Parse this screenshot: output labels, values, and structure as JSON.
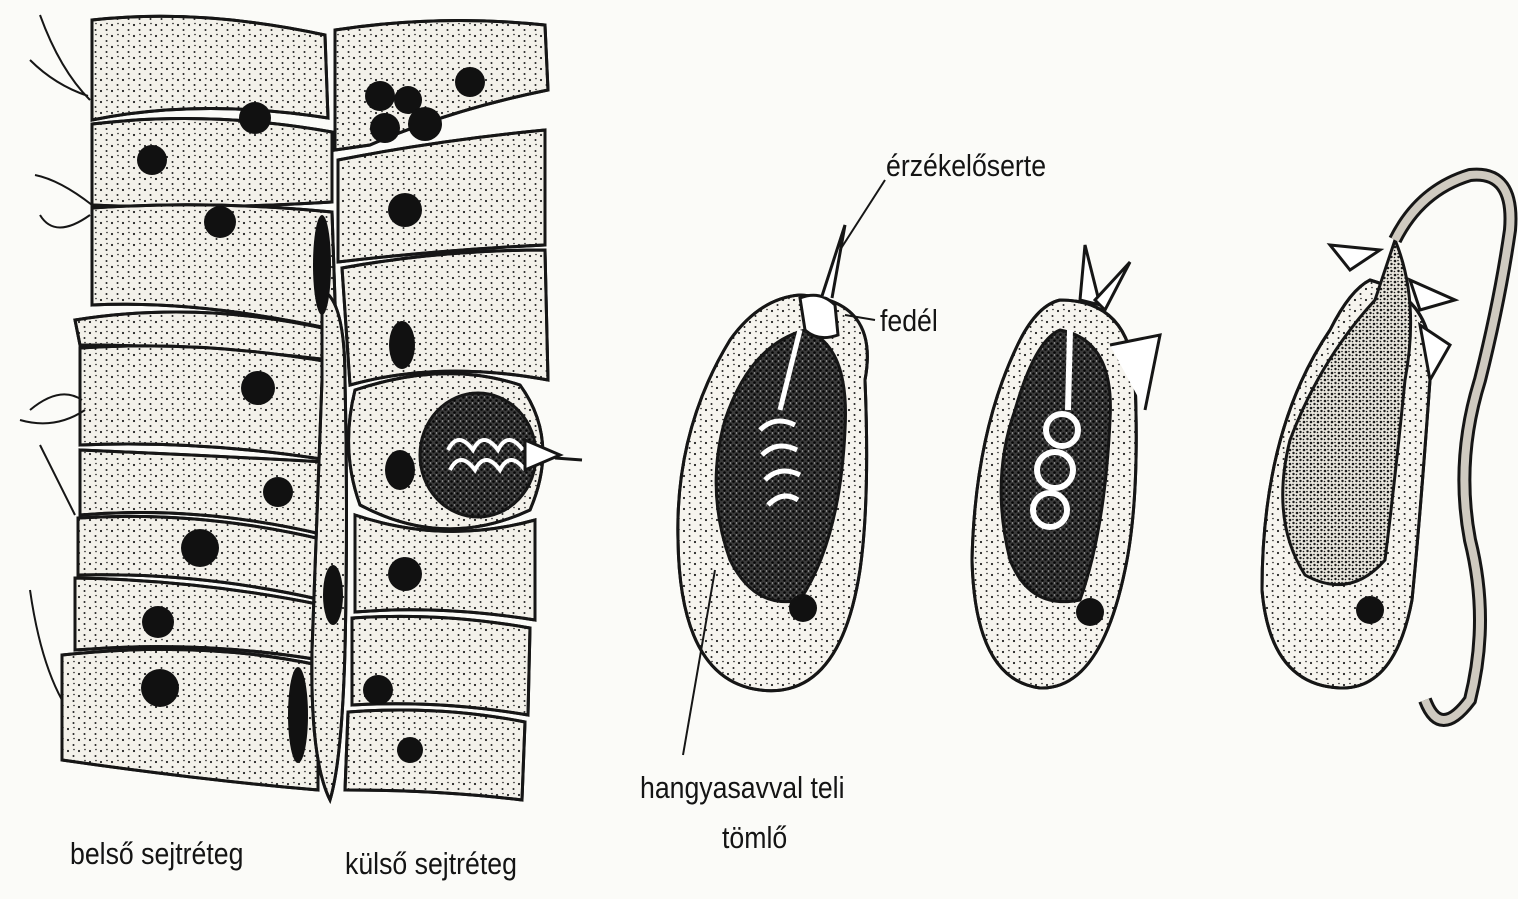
{
  "labels": {
    "inner_layer": "belső sejtréteg",
    "outer_layer": "külső sejtréteg",
    "bristle": "érzékelőserte",
    "lid": "fedél",
    "capsule_line1": "hangyasavval teli",
    "capsule_line2": "tömlő"
  },
  "colors": {
    "background": "#fbfbf8",
    "ink": "#161616",
    "cell_fill": "#f3f1ea"
  }
}
